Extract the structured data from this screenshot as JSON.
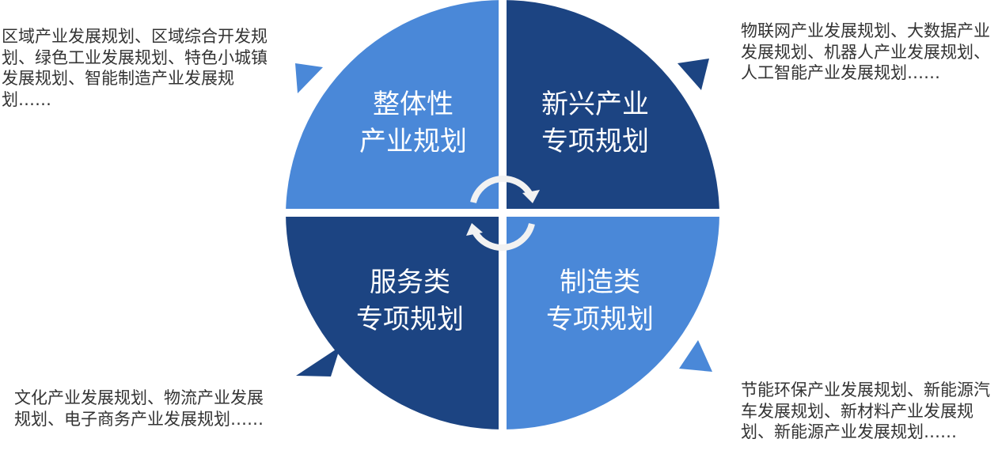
{
  "quadrants": [
    {
      "id": "integral",
      "label_lines": [
        "整体性",
        "产业规划"
      ],
      "description": "区域产业发展规划、区域综合开发规划、绿色工业发展规划、特色小城镇发展规划、智能制造产业发展规划……"
    },
    {
      "id": "emerging",
      "label_lines": [
        "新兴产业",
        "专项规划"
      ],
      "description": "物联网产业发展规划、大数据产业发展规划、机器人产业发展规划、人工智能产业发展规划……"
    },
    {
      "id": "service",
      "label_lines": [
        "服务类",
        "专项规划"
      ],
      "description": "文化产业发展规划、物流产业发展规划、电子商务产业发展规划……"
    },
    {
      "id": "manufacturing",
      "label_lines": [
        "制造类",
        "专项规划"
      ],
      "description": "节能环保产业发展规划、新能源汽车发展规划、新材料产业发展规划、新能源产业发展规划……"
    }
  ],
  "colors": {
    "light_blue": "#4A88D8",
    "dark_blue": "#1C4482",
    "gap": "#ffffff",
    "cycle_arrows": "#F2F2F2",
    "description_text": "#333333"
  },
  "icons": {
    "center": "cycle-arrows-icon",
    "pointers": "triangle-pointer-icon"
  }
}
